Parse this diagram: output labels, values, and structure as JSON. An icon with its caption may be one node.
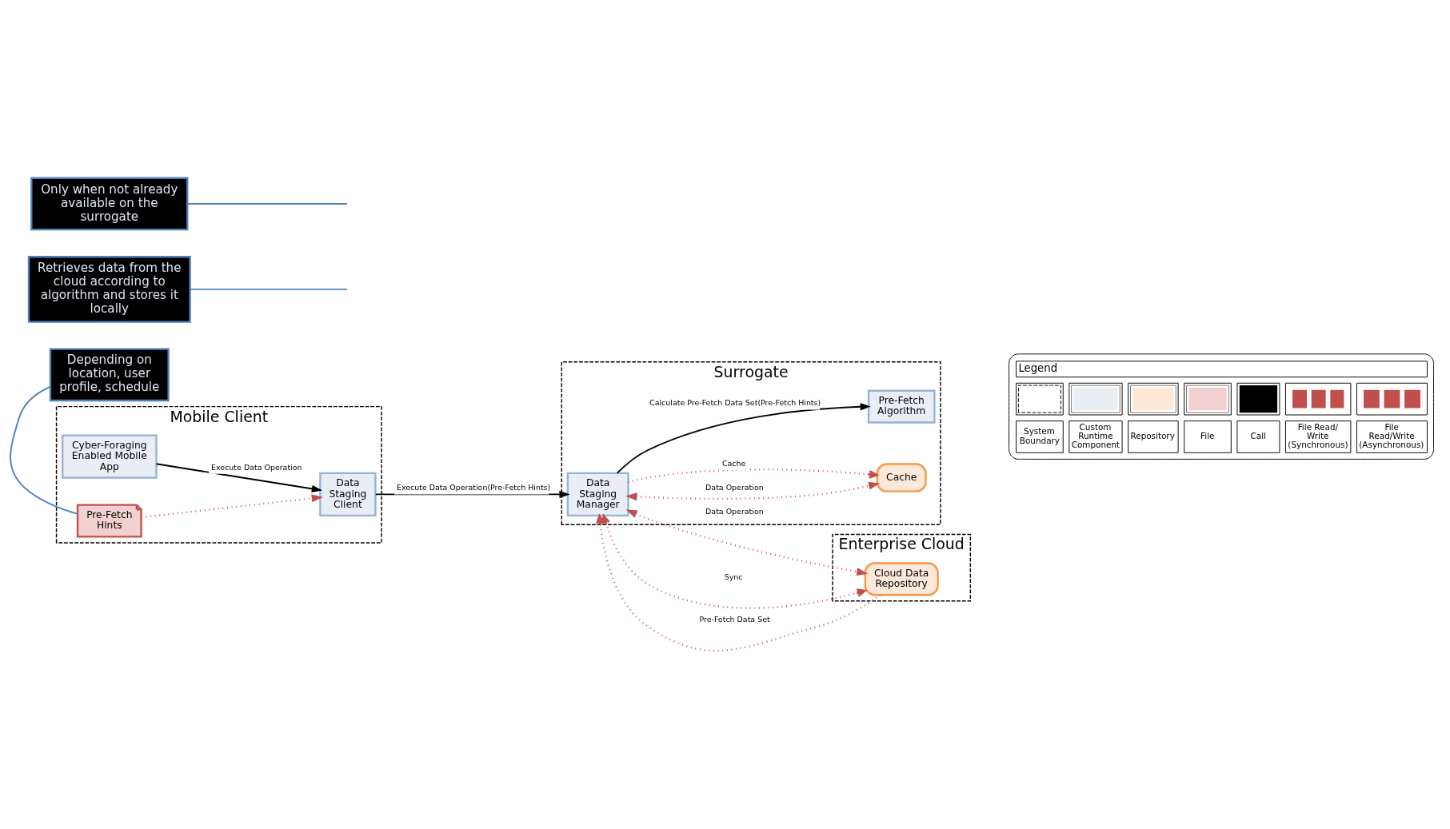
{
  "diagram": {
    "nodes": [
      {
        "text": [
          "Mobile Client"
        ]
      },
      {
        "text": [
          "Cyber-Foraging Enabled Mobile App"
        ],
        "in": 0
      },
      {
        "text": [
          "Pre-Fetch Hints"
        ],
        "in": 0
      },
      {
        "text": [
          "Data Staging Client"
        ],
        "in": 0
      },
      {
        "text": [
          "Surrogate"
        ]
      },
      {
        "text": [
          "Cache"
        ],
        "in": 4
      },
      {
        "text": [
          "Data Staging Manager"
        ],
        "in": 4
      },
      {
        "text": [
          "Pre-Fetch Algorithm"
        ],
        "in": 4
      },
      {
        "text": [
          "Enterprise Cloud"
        ]
      },
      {
        "text": [
          "Cloud Data Repository"
        ],
        "in": 8
      },
      {
        "text": [
          "Depending on location, user profile, schedule"
        ]
      },
      {
        "text": [
          "Retrieves data from the cloud according to algorithm and stores it locally"
        ]
      },
      {
        "text": [
          "Only when not already available on the surrogate"
        ]
      }
    ],
    "edges": [
      {
        "from": 1,
        "to": 3,
        "arrow": "to",
        "label": "Execute Data Operation",
        "color": "#000000"
      },
      {
        "from": 2,
        "to": 3,
        "arrow": "to",
        "style": "dashed",
        "color": "#c0504d"
      },
      {
        "from": 3,
        "to": 6,
        "arrow": "to",
        "label": "Execute Data Operation(Pre-Fetch Hints)",
        "color": "#000000"
      },
      {
        "from": 6,
        "to": 5,
        "arrow": "both",
        "label": "Data Operation",
        "style": "dashed",
        "color": "#c0504d"
      },
      {
        "from": 6,
        "to": 5,
        "arrow": "to",
        "label": "Cache",
        "style": "dashed",
        "color": "#c0504d"
      },
      {
        "from": 6,
        "to": 9,
        "arrow": "both",
        "label": "Data Operation",
        "style": "dashed",
        "color": "#c0504d"
      },
      {
        "from": 9,
        "to": 6,
        "arrow": "to",
        "label": "Pre-Fetch Data Set",
        "style": "dashed",
        "color": "#c0504d"
      },
      {
        "from": 6,
        "to": 9,
        "arrow": "both",
        "label": "Sync",
        "style": "dashed",
        "color": "#c0504d"
      },
      {
        "from": 6,
        "to": 7,
        "arrow": "to",
        "label": "Calculate Pre-Fetch Data Set(Pre-Fetch Hints)",
        "color": "#000000"
      },
      {
        "from": 10,
        "to": 2,
        "arrow": "none",
        "color": "#4f81bd"
      },
      {
        "from": 11,
        "to": null,
        "arrow": "none",
        "color": "#4f81bd"
      },
      {
        "from": 12,
        "to": null,
        "arrow": "none",
        "color": "#4f81bd"
      }
    ],
    "labels": [
      "Legend"
    ],
    "legend": [
      {
        "text": "System Boundary"
      },
      {
        "text": "Custom Runtime Component",
        "color": "#e9edf4"
      },
      {
        "text": "Repository",
        "color": "#fde9d9"
      },
      {
        "text": "File",
        "color": "#f2d0d0"
      },
      {
        "text": "Call"
      },
      {
        "text": "File Read/ Write (Synchronous)"
      },
      {
        "text": "File Read/Write (Asynchronous)"
      }
    ]
  }
}
